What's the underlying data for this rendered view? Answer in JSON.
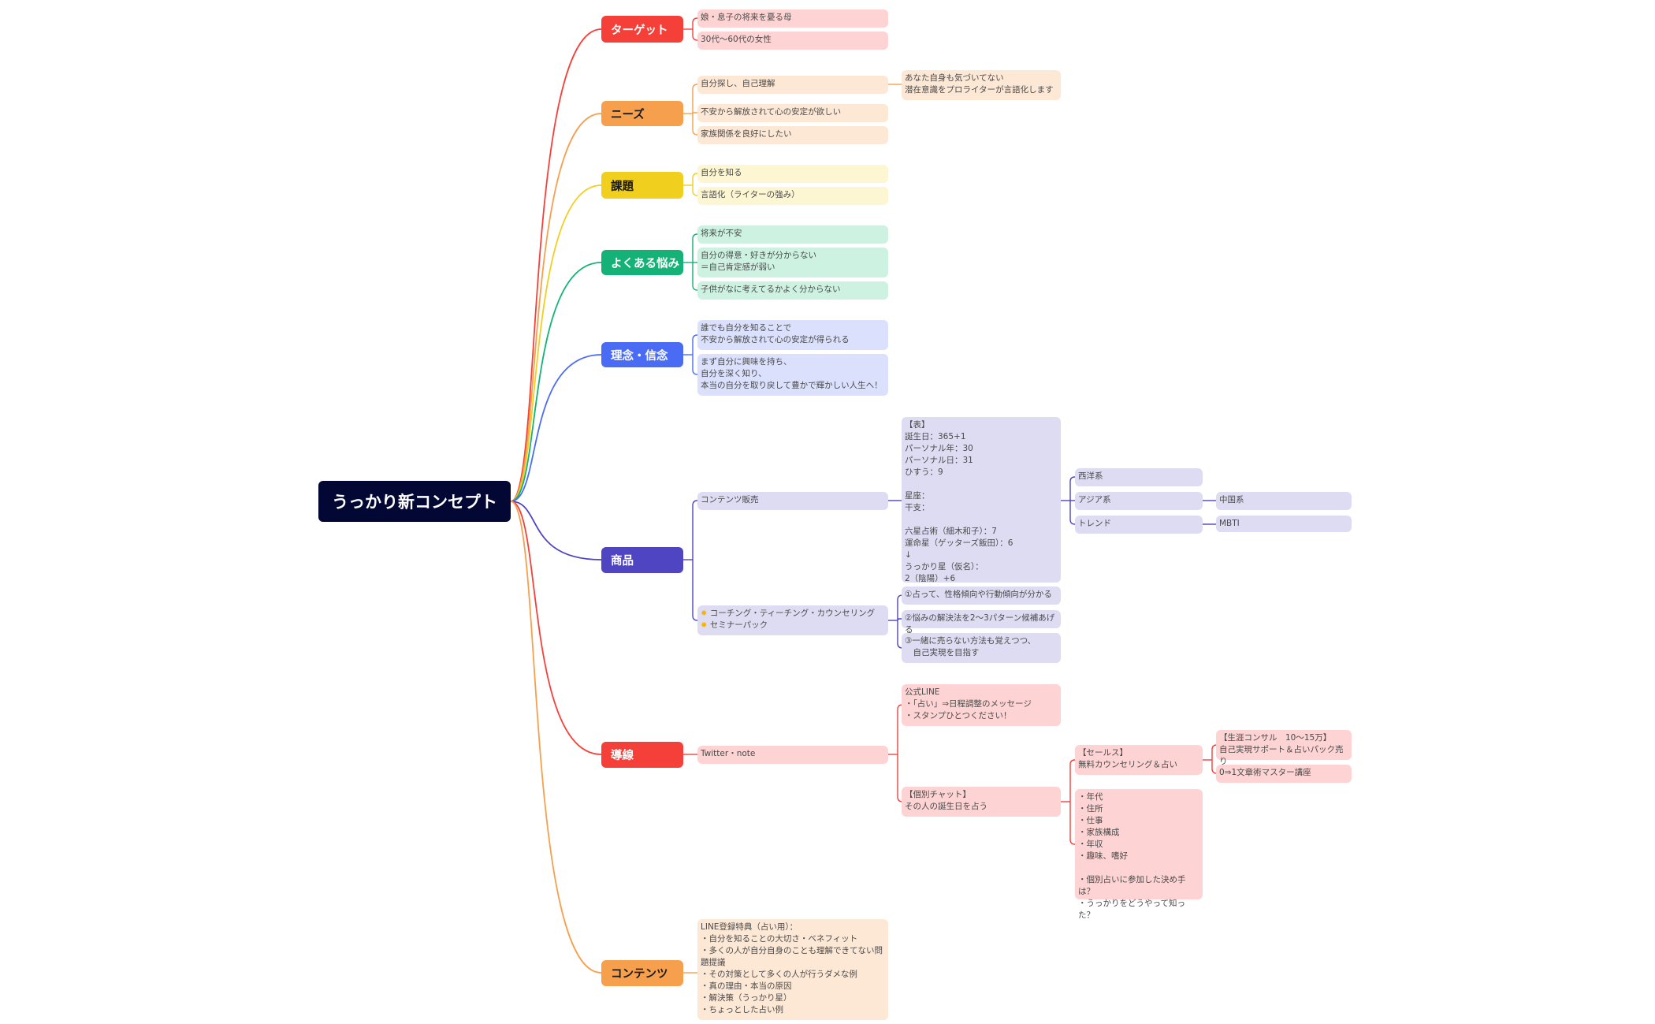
{
  "root": {
    "label": "うっかり新コンセプト"
  },
  "colors": {
    "target": "#f5403a",
    "needs": "#f6a04d",
    "issue": "#f0cf1f",
    "trouble": "#14b276",
    "belief": "#4a6cf5",
    "product": "#4f44c2",
    "flow": "#f5403a",
    "content": "#f6a04d"
  },
  "branches": {
    "target": {
      "label": "ターゲット",
      "items": [
        "娘・息子の将来を憂る母",
        "30代〜60代の女性"
      ]
    },
    "needs": {
      "label": "ニーズ",
      "items": [
        "自分探し、自己理解",
        "不安から解放されて心の安定が欲しい",
        "家族関係を良好にしたい"
      ],
      "sub": "あなた自身も気づいてない\n潜在意識をプロライターが言語化します"
    },
    "issue": {
      "label": "課題",
      "items": [
        "自分を知る",
        "言語化（ライターの強み）"
      ]
    },
    "trouble": {
      "label": "よくある悩み",
      "items": [
        "将来が不安",
        "自分の得意・好きが分からない\n＝自己肯定感が弱い",
        "子供がなに考えてるかよく分からない"
      ]
    },
    "belief": {
      "label": "理念・信念",
      "items": [
        "誰でも自分を知ることで\n不安から解放されて心の安定が得られる",
        "まず自分に興味を持ち、\n自分を深く知り、\n本当の自分を取り戻して豊かで輝かしい人生へ！"
      ]
    },
    "product": {
      "label": "商品",
      "content_sales": "コンテンツ販売",
      "table": "【表】\n誕生日：365+1\nパーソナル年：30\nパーソナル日：31\nひすう：9\n\n星座：\n干支：\n\n六星占術（細木和子）：7\n運命星（ゲッターズ飯田）：6\n↓\nうっかり星（仮名）：\n2（陰陽）+6",
      "categories": [
        "西洋系",
        "アジア系",
        "トレンド"
      ],
      "asia_sub": "中国系",
      "trend_sub": "MBTI",
      "coaching_line1": "コーチング・ティーチング・カウンセリング",
      "coaching_line2": "セミナーパック",
      "coaching_items": [
        "①占って、性格傾向や行動傾向が分かる",
        "②悩みの解決法を2〜3パターン候補あげる",
        "③一緒に売らない方法も覚えつつ、\n　自己実現を目指す"
      ]
    },
    "flow": {
      "label": "導線",
      "channel": "Twitter・note",
      "line": "公式LINE\n・「占い」⇒日程調整のメッセージ\n・スタンプひとつください！",
      "chat": "【個別チャット】\nその人の誕生日を占う",
      "sales": "【セールス】\n無料カウンセリング＆占い",
      "sales_items": [
        "【生涯コンサル　10〜15万】\n自己実現サポート＆占いパック売り",
        "0⇒1文章術マスター講座"
      ],
      "hearing": "・年代\n・住所\n・仕事\n・家族構成\n・年収\n・趣味、嗜好\n\n・個別占いに参加した決め手は？\n・うっかりをどうやって知った？"
    },
    "content": {
      "label": "コンテンツ",
      "text": "LINE登録特典（占い用）：\n・自分を知ることの大切さ・ベネフィット\n・多くの人が自分自身のことも理解できてない問題提議\n・その対策として多くの人が行うダメな例\n・真の理由・本当の原因\n・解決策（うっかり星）\n・ちょっとした占い例"
    }
  }
}
